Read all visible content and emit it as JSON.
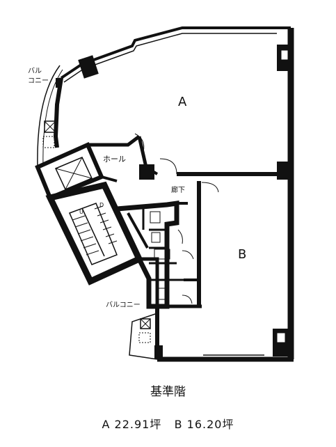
{
  "rooms": {
    "a": "A",
    "b": "B"
  },
  "labels": {
    "hall": "ホール",
    "corridor": "廊下",
    "balcony_top_1": "バル",
    "balcony_top_2": "コニー",
    "balcony_bottom": "バルコニー",
    "stair_up": "U",
    "stair_down": "D"
  },
  "caption": {
    "floor": "基準階",
    "area_a": "A 22.91坪",
    "area_b": "B 16.20坪"
  }
}
